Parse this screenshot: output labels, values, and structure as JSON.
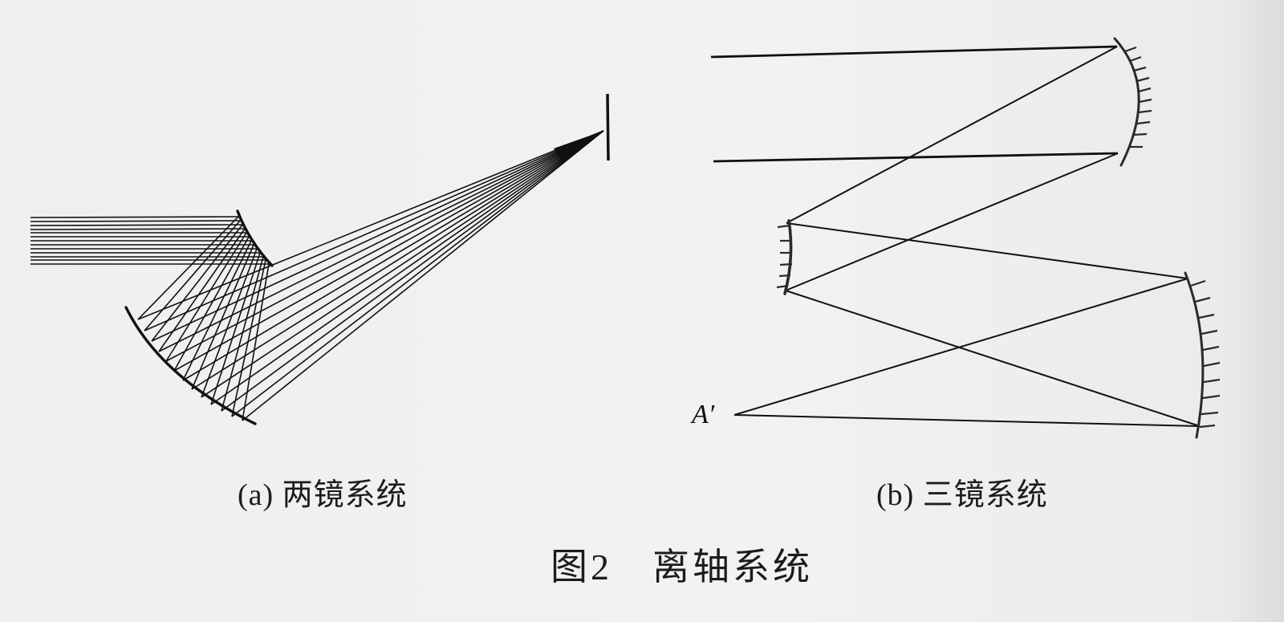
{
  "figure": {
    "title": "图2　离轴系统",
    "number": "图2",
    "name": "离轴系统"
  },
  "panels": [
    {
      "id": "a",
      "caption": "(a) 两镜系统",
      "label": "(a)",
      "name": "两镜系统",
      "elements": [
        "parallel incoming beam (13 rays)",
        "convex secondary mirror",
        "concave primary mirror",
        "focal plane / detector"
      ]
    },
    {
      "id": "b",
      "caption": "(b) 三镜系统",
      "label": "(b)",
      "name": "三镜系统",
      "elements": [
        "two marginal incoming rays",
        "primary mirror (concave, hatched)",
        "secondary mirror (convex, hatched)",
        "tertiary mirror (concave, hatched)",
        "image point A′"
      ],
      "image_point_label": "A′"
    }
  ],
  "colors": {
    "background": "#efefef",
    "ink": "#111111"
  }
}
